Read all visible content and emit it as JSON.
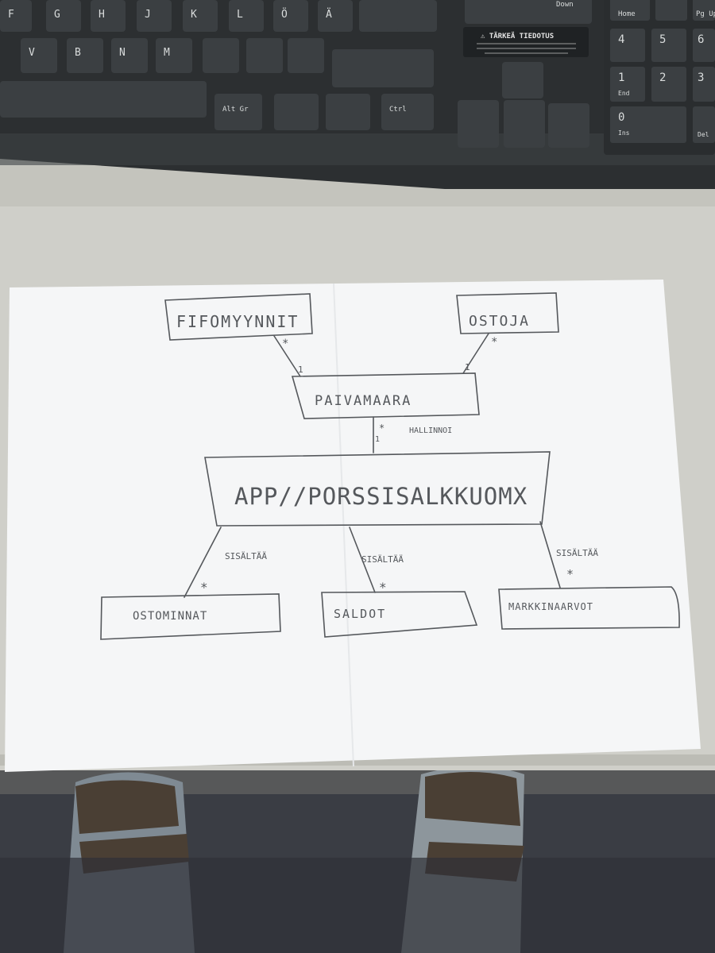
{
  "colors": {
    "keyboard_body": "#2c2f31",
    "key_cap": "#3b3f42",
    "key_label": "#d9dcdc",
    "desk": "#cfcfc9",
    "desk_edge": "#bcbcb5",
    "paper": "#f5f6f7",
    "pencil": "#55585c",
    "floor": "#3a3d44",
    "sandal_strap": "#4a3f34"
  },
  "keyboard": {
    "left_keys": [
      "F",
      "G",
      "H",
      "J",
      "K",
      "L",
      "Ö",
      "Ä",
      "V",
      "B",
      "N",
      "M",
      "Alt Gr",
      "Ctrl"
    ],
    "down_key": "Down",
    "warning_title": "⚠ TÄRKEÄ TIEDOTUS",
    "home_key": "Home",
    "end_key": "End",
    "pgup_key": "Pg Up",
    "del_key": "Del",
    "ins_key": "Ins",
    "numpad_keys": [
      "4",
      "5",
      "6",
      "1",
      "2",
      "3",
      "0"
    ]
  },
  "diagram": {
    "boxes": {
      "fifo": "FIFOMYYNNIT",
      "ostoja": "OSTOJA",
      "paivamaara": "PAIVAMAARA",
      "app": "APP//PORSSISALKKUOMX",
      "ostominnat": "OSTOMINNAT",
      "saldot": "SALDOT",
      "markkinaarvot": "MARKKINAARVOT"
    },
    "labels": {
      "hallinnoi": "HALLINNOI",
      "sisaltaa_1": "SISÄLTÄÄ",
      "sisaltaa_2": "SISÄLTÄÄ",
      "sisaltaa_3": "SISÄLTÄÄ"
    },
    "multiplicities": {
      "fifo_top": "*",
      "fifo_bottom": "1",
      "ostoja_top": "*",
      "ostoja_bottom": "1",
      "app_top": "*",
      "app_bottom": "1",
      "ostominnat": "*",
      "saldot": "*",
      "markkina": "*"
    }
  }
}
